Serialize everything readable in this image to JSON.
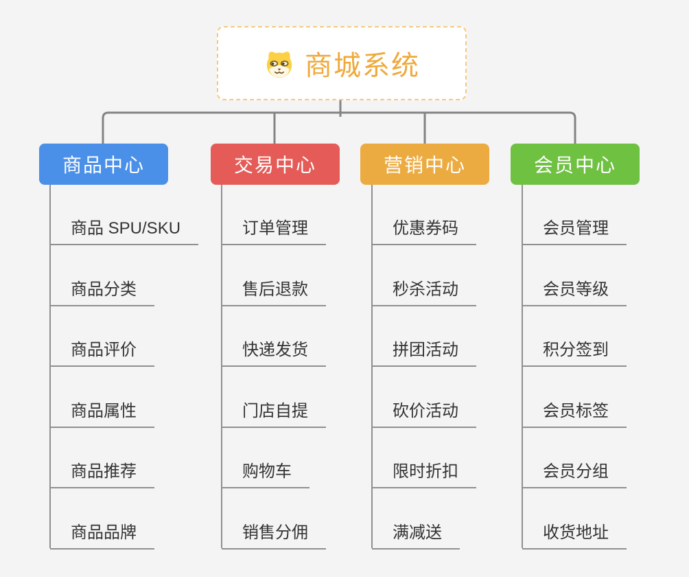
{
  "canvas": {
    "background": "#f4f4f5",
    "tree_connector_color": "#838383",
    "column_line_color": "#8f8f8f"
  },
  "root": {
    "label": "商城系统",
    "icon": "dog-face-icon",
    "text_color": "#efa93b",
    "border_color": "#f5c97e"
  },
  "branches": [
    {
      "label": "商品中心",
      "color": "#4a90e8",
      "children": [
        "商品 SPU/SKU",
        "商品分类",
        "商品评价",
        "商品属性",
        "商品推荐",
        "商品品牌"
      ]
    },
    {
      "label": "交易中心",
      "color": "#e45b57",
      "children": [
        "订单管理",
        "售后退款",
        "快递发货",
        "门店自提",
        "购物车",
        "销售分佣"
      ]
    },
    {
      "label": "营销中心",
      "color": "#ecab40",
      "children": [
        "优惠券码",
        "秒杀活动",
        "拼团活动",
        "砍价活动",
        "限时折扣",
        "满减送"
      ]
    },
    {
      "label": "会员中心",
      "color": "#6fc142",
      "children": [
        "会员管理",
        "会员等级",
        "积分签到",
        "会员标签",
        "会员分组",
        "收货地址"
      ]
    }
  ]
}
